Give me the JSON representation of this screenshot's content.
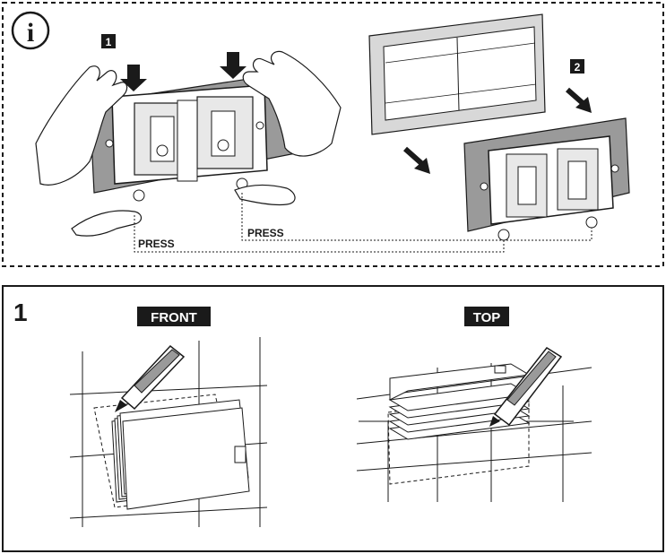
{
  "top_panel": {
    "info_symbol": "i",
    "step1_badge": "1",
    "step2_badge": "2",
    "press_left": "PRESS",
    "press_right": "PRESS"
  },
  "bottom_panel": {
    "section_number": "1",
    "front_label": "FRONT",
    "top_label": "TOP"
  },
  "colors": {
    "line": "#1a1a1a",
    "frame_gray": "#9a9a9a",
    "frame_light": "#d8d8d8",
    "label_bg": "#1a1a1a",
    "label_text": "#ffffff"
  },
  "icons": [
    "info-icon",
    "arrow-down-icon",
    "arrow-diagonal-icon",
    "utility-knife-icon",
    "hand-icon"
  ]
}
